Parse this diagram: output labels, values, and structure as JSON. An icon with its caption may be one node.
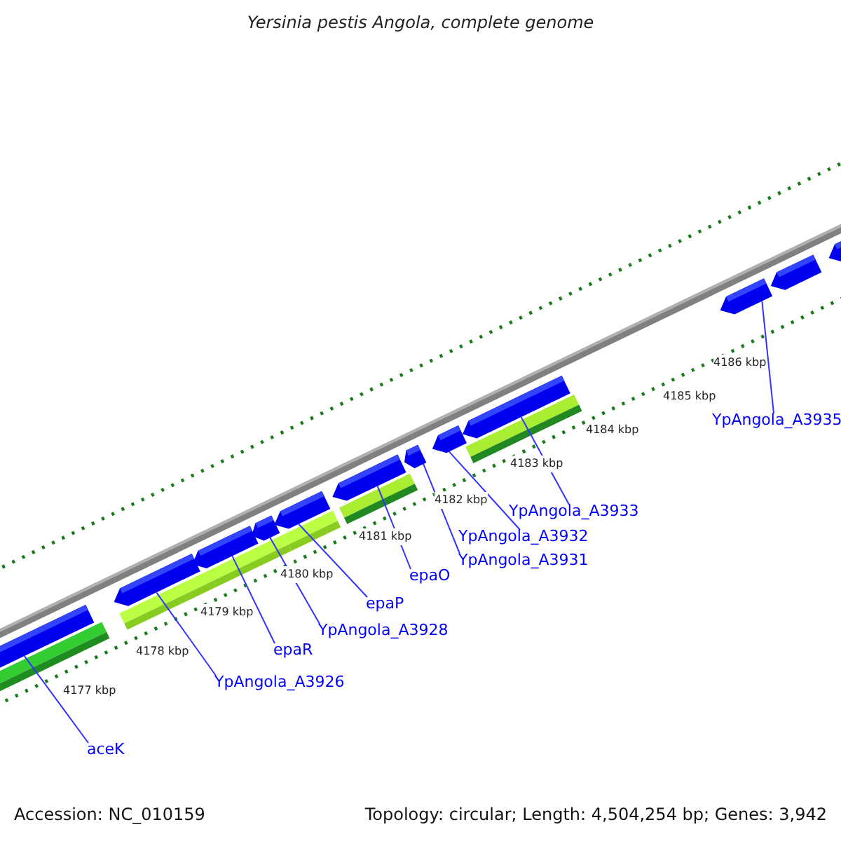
{
  "diagram": {
    "title": "Yersinia pestis Angola, complete genome",
    "nodes": [
      {
        "text": [
          "aceK"
        ]
      },
      {
        "text": [
          "YpAngola_A3926"
        ]
      },
      {
        "text": [
          "epaR"
        ]
      },
      {
        "text": [
          "YpAngola_A3928"
        ]
      },
      {
        "text": [
          "epaP"
        ]
      },
      {
        "text": [
          "epaO"
        ]
      },
      {
        "text": [
          "YpAngola_A3931"
        ]
      },
      {
        "text": [
          "YpAngola_A3932"
        ]
      },
      {
        "text": [
          "YpAngola_A3933"
        ]
      },
      {
        "text": [
          "YpAngola_A3935"
        ]
      },
      {
        "text": [],
        "shape": "bar"
      },
      {
        "text": [],
        "shape": "bar"
      },
      {
        "text": [],
        "shape": "bar"
      },
      {
        "text": [],
        "shape": "bar"
      },
      {
        "text": [],
        "shape": "bar"
      },
      {
        "text": [],
        "shape": "bar"
      },
      {
        "text": [],
        "shape": "bar"
      },
      {
        "text": [],
        "shape": "bar"
      },
      {
        "text": [],
        "shape": "bar"
      },
      {
        "text": [],
        "shape": "bar"
      },
      {
        "text": [],
        "shape": "bar"
      },
      {
        "text": [],
        "shape": "bar"
      }
    ],
    "edges": [
      {
        "from": 0,
        "to": 10,
        "arrow": "none"
      },
      {
        "from": 1,
        "to": 11,
        "arrow": "none"
      },
      {
        "from": 2,
        "to": 12,
        "arrow": "none"
      },
      {
        "from": 3,
        "to": 13,
        "arrow": "none"
      },
      {
        "from": 4,
        "to": 14,
        "arrow": "none"
      },
      {
        "from": 5,
        "to": 15,
        "arrow": "none"
      },
      {
        "from": 6,
        "to": 16,
        "arrow": "none"
      },
      {
        "from": 7,
        "to": 17,
        "arrow": "none"
      },
      {
        "from": 8,
        "to": 18,
        "arrow": "none"
      },
      {
        "from": 9,
        "to": 19,
        "arrow": "none"
      }
    ],
    "labels": [
      "4186 kbp",
      "4185 kbp",
      "4184 kbp",
      "4183 kbp",
      "4182 kbp",
      "4181 kbp",
      "4180 kbp",
      "4179 kbp",
      "4178 kbp",
      "4177 kbp",
      "Accession: NC_010159",
      "Topology: circular; Length: 4,504,254 bp; Genes: 3,942"
    ]
  }
}
